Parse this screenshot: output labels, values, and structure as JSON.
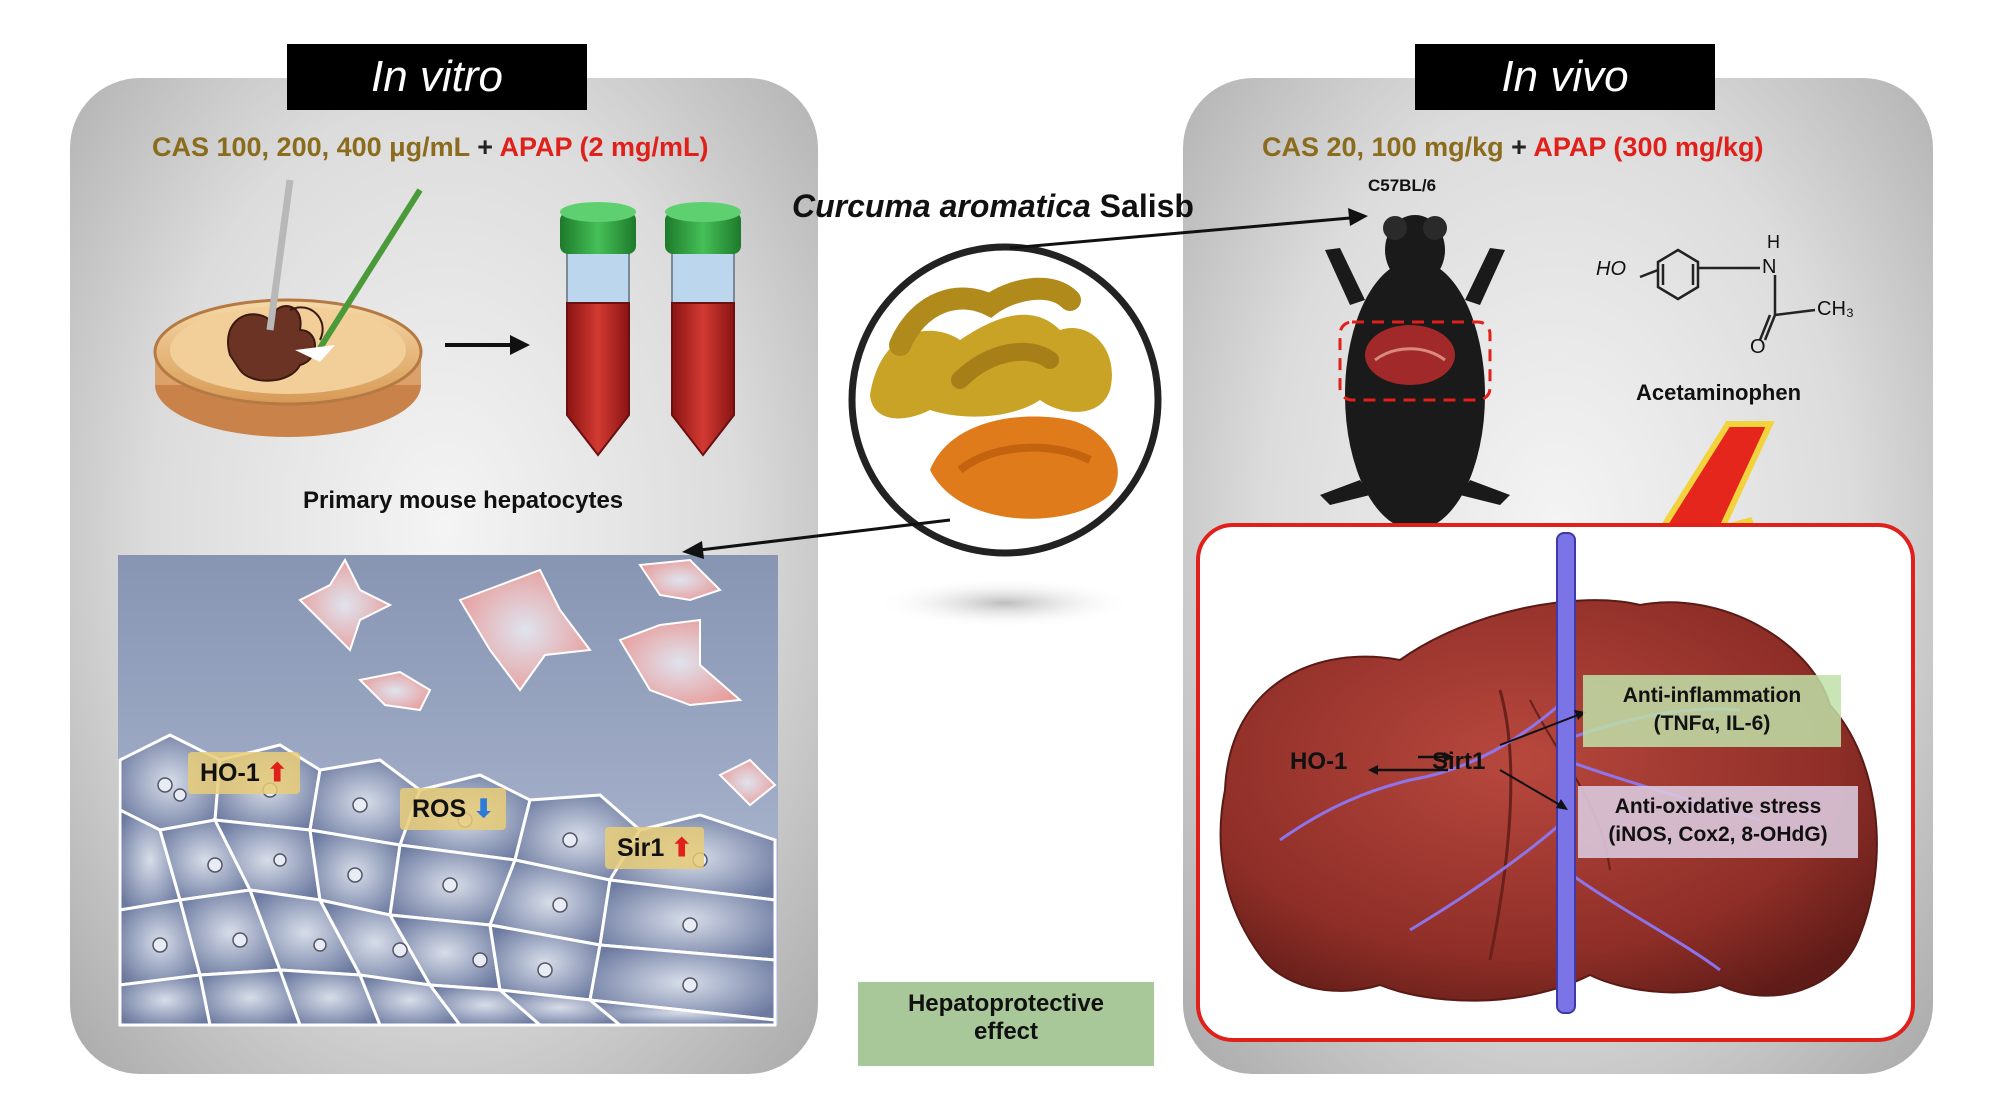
{
  "in_vitro": {
    "banner": "In vitro",
    "cas_dose": "CAS 100, 200, 400 μg/mL",
    "plus": "+",
    "apap_dose": "APAP (2 mg/mL)",
    "cells_label": "Primary mouse hepatocytes",
    "markers": [
      {
        "label": "HO-1",
        "direction": "up"
      },
      {
        "label": "ROS",
        "direction": "down"
      },
      {
        "label": "Sir1",
        "direction": "up"
      }
    ]
  },
  "in_vivo": {
    "banner": "In vivo",
    "cas_dose": "CAS 20, 100 mg/kg",
    "plus": "+",
    "apap_dose": "APAP (300 mg/kg)",
    "mouse_strain": "C57BL/6",
    "drug_name": "Acetaminophen",
    "drug_formula": {
      "ho": "HO",
      "n": "N",
      "h": "H",
      "o": "O",
      "ch3": "CH₃"
    },
    "pathway": {
      "ho1": "HO-1",
      "sirt1": "Sirt1",
      "anti_inflammation_title": "Anti-inflammation",
      "anti_inflammation_detail": "(TNFα, IL-6)",
      "anti_oxidative_title": "Anti-oxidative stress",
      "anti_oxidative_detail": "(iNOS, Cox2, 8-OHdG)"
    }
  },
  "center": {
    "plant_name_italic": "Curcuma aromatica",
    "plant_name_rest": " Salisb",
    "effect_line1": "Hepatoprotective",
    "effect_line2": "effect"
  },
  "colors": {
    "cas": "#8b6b1c",
    "apap": "#e0201b",
    "effect_box": "#a9c89a",
    "liver": "#9e3a33",
    "frame_red": "#e0201b"
  }
}
